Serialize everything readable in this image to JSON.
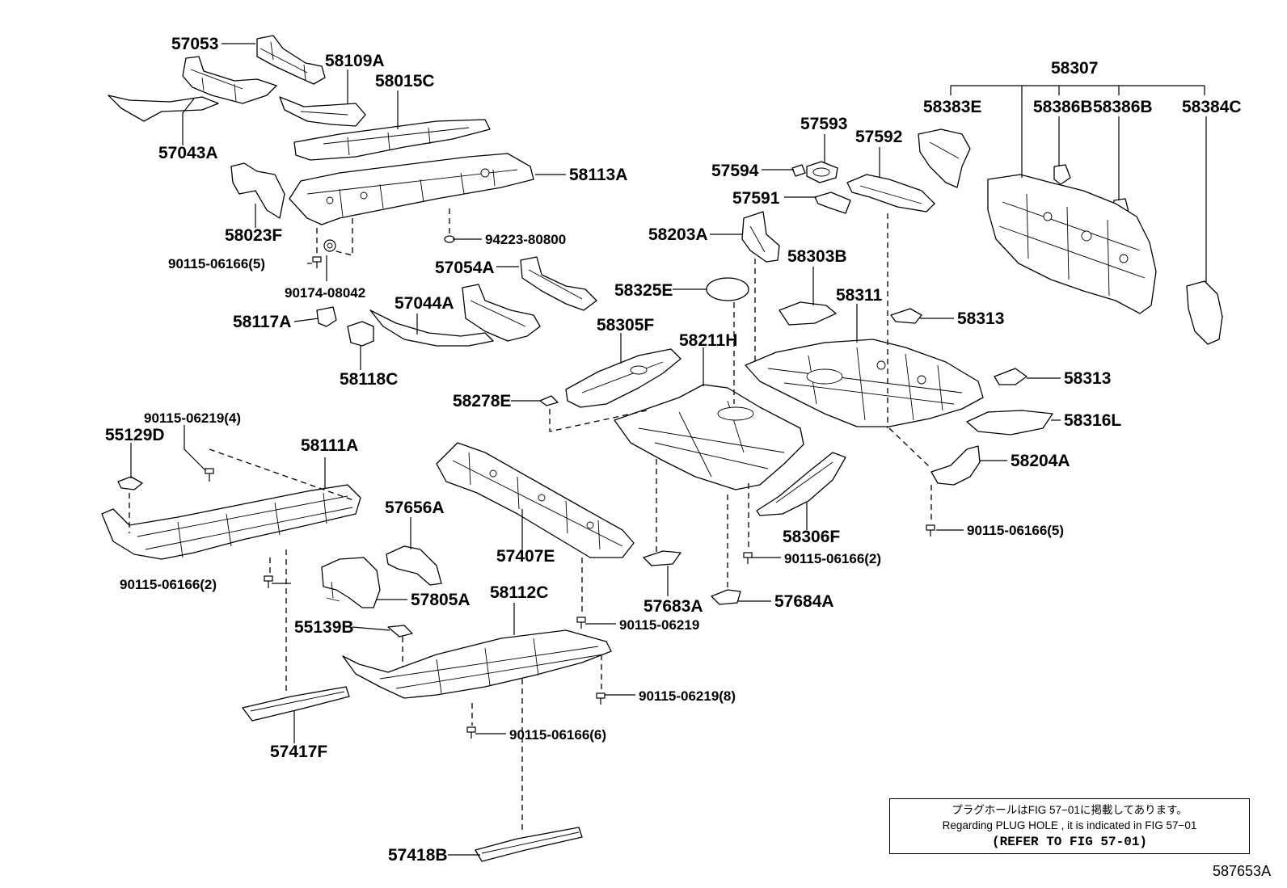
{
  "labels": {
    "p57053": "57053",
    "p58109A": "58109A",
    "p58015C": "58015C",
    "p57043A": "57043A",
    "p58113A": "58113A",
    "p58023F": "58023F",
    "p94223": "94223-80800",
    "p90115_5a": "90115-06166(5)",
    "p90174": "90174-08042",
    "p57054A": "57054A",
    "p57044A": "57044A",
    "p58117A": "58117A",
    "p58118C": "58118C",
    "p58307": "58307",
    "p58383E": "58383E",
    "p58386B_1": "58386B",
    "p58386B_2": "58386B",
    "p58384C": "58384C",
    "p57593": "57593",
    "p57592": "57592",
    "p57594": "57594",
    "p57591": "57591",
    "p58203A": "58203A",
    "p58303B": "58303B",
    "p58325E": "58325E",
    "p58311": "58311",
    "p58313_a": "58313",
    "p58305F": "58305F",
    "p58211H": "58211H",
    "p58278E": "58278E",
    "p58313_b": "58313",
    "p58316L": "58316L",
    "p58204A": "58204A",
    "p90115_06219_4": "90115-06219(4)",
    "p55129D": "55129D",
    "p58111A": "58111A",
    "p57656A": "57656A",
    "p57407E": "57407E",
    "p58306F": "58306F",
    "p90115_5b": "90115-06166(5)",
    "p90115_2a": "90115-06166(2)",
    "p90115_2b": "90115-06166(2)",
    "p57805A": "57805A",
    "p58112C": "58112C",
    "p57683A": "57683A",
    "p57684A": "57684A",
    "p55139B": "55139B",
    "p90115_06219": "90115-06219",
    "p90115_06219_8": "90115-06219(8)",
    "p90115_6": "90115-06166(6)",
    "p57417F": "57417F",
    "p57418B": "57418B"
  },
  "note": {
    "line_jp": "プラグホールはFIG 57−01に掲載してあります。",
    "line_en": "Regarding  PLUG  HOLE , it is indicated in FIG  57−01",
    "line_ref": "(REFER TO FIG 57-01)"
  },
  "figure_id": "587653A"
}
